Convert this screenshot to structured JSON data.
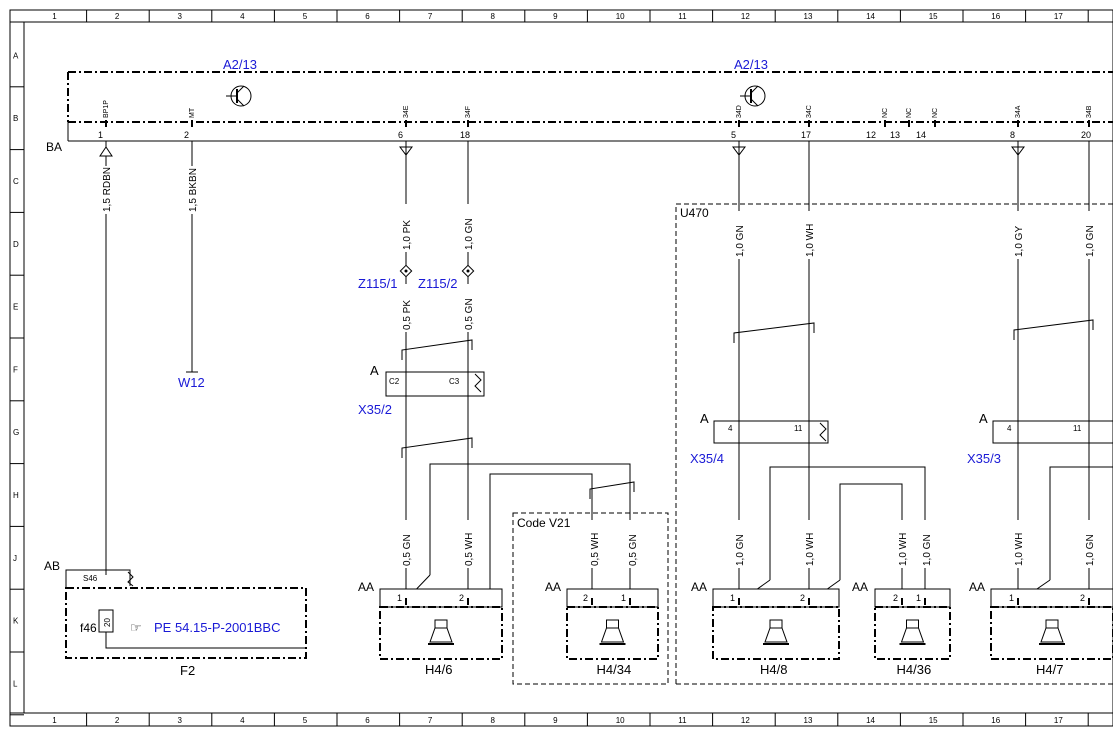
{
  "frame": {
    "columns": [
      "1",
      "2",
      "3",
      "4",
      "5",
      "6",
      "7",
      "8",
      "9",
      "10",
      "11",
      "12",
      "13",
      "14",
      "15",
      "16",
      "17"
    ],
    "rows": [
      "A",
      "B",
      "C",
      "D",
      "E",
      "F",
      "G",
      "H",
      "J",
      "K",
      "L"
    ]
  },
  "control_unit": {
    "label_left": "A2/13",
    "label_right": "A2/13",
    "bus_label": "BA",
    "pins": [
      {
        "name": "BP1P",
        "num": "1"
      },
      {
        "name": "MT",
        "num": "2"
      },
      {
        "name": "34E",
        "num": "6"
      },
      {
        "name": "34F",
        "num": "18"
      },
      {
        "name": "34D",
        "num": "5"
      },
      {
        "name": "34C",
        "num": "17"
      },
      {
        "name": "NC",
        "num": "12"
      },
      {
        "name": "NC",
        "num": "13"
      },
      {
        "name": "NC",
        "num": "14"
      },
      {
        "name": "34A",
        "num": "8"
      },
      {
        "name": "34B",
        "num": "20"
      }
    ]
  },
  "wires": {
    "rdbn": "1,5 RDBN",
    "bkbn": "1,5 BKBN",
    "pk10": "1,0 PK",
    "gn10a": "1,0 GN",
    "pk05": "0,5 PK",
    "gn05a": "0,5 GN",
    "gn05b": "0,5 GN",
    "wh05a": "0,5 WH",
    "wh05b": "0,5 WH",
    "gn05c": "0,5 GN",
    "gn10b": "1,0 GN",
    "wh10a": "1,0 WH",
    "gy10": "1,0 GY",
    "gn10c": "1,0 GN",
    "gn10d": "1,0 GN",
    "wh10b": "1,0 WH",
    "wh10c": "1,0 WH",
    "gn10e": "1,0 GN",
    "wh10d": "1,0 WH",
    "gn10f": "1,0 GN"
  },
  "splices": {
    "z1": "Z115/1",
    "z2": "Z115/2"
  },
  "ground": "W12",
  "connectors": {
    "x35_2": "X35/2",
    "x35_4": "X35/4",
    "x35_3": "X35/3",
    "a_label": "A",
    "c2": "C2",
    "c3": "C3",
    "p4": "4",
    "p11": "11"
  },
  "areas": {
    "u470": "U470",
    "code_v21": "Code V21"
  },
  "fuse_box": {
    "ab": "AB",
    "s46": "S46",
    "fuse": "f46",
    "fuse_num": "20",
    "ref": "PE 54.15-P-2001BBC",
    "box_label": "F2"
  },
  "speakers": [
    {
      "label": "H4/6",
      "aa": "AA",
      "pins": [
        "1",
        "2"
      ]
    },
    {
      "label": "H4/34",
      "aa": "AA",
      "pins": [
        "2",
        "1"
      ]
    },
    {
      "label": "H4/8",
      "aa": "AA",
      "pins": [
        "1",
        "2"
      ]
    },
    {
      "label": "H4/36",
      "aa": "AA",
      "pins": [
        "2",
        "1"
      ]
    },
    {
      "label": "H4/7",
      "aa": "AA",
      "pins": [
        "1",
        "2"
      ]
    }
  ]
}
